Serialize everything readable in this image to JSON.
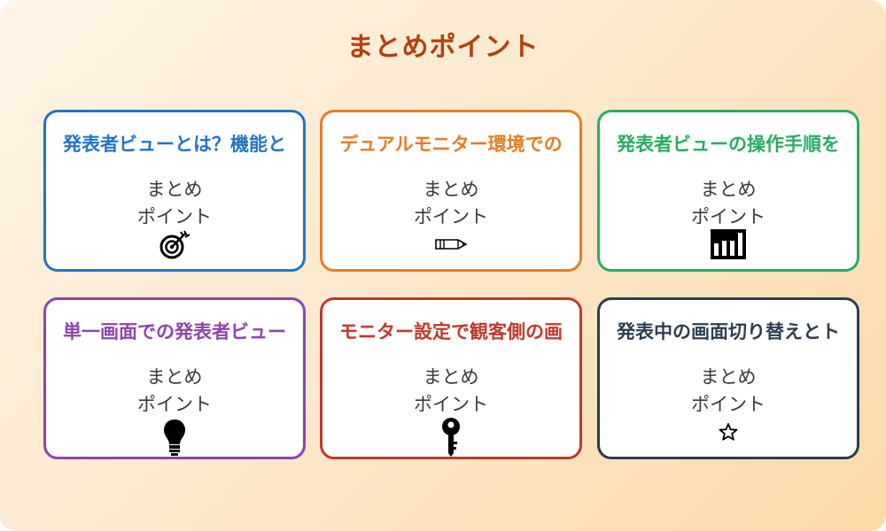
{
  "title": "まとめポイント",
  "colors": {
    "title": "#b5400e",
    "background_start": "#fff4e6",
    "background_end": "#fcd9a8"
  },
  "cards": [
    {
      "heading": "発表者ビューとは？機能と",
      "line1": "まとめ",
      "line2": "ポイント",
      "icon": "target-icon",
      "color": "#1f76c8"
    },
    {
      "heading": "デュアルモニター環境での",
      "line1": "まとめ",
      "line2": "ポイント",
      "icon": "pencil-icon",
      "color": "#e67e22"
    },
    {
      "heading": "発表者ビューの操作手順を",
      "line1": "まとめ",
      "line2": "ポイント",
      "icon": "bar-chart-icon",
      "color": "#27ae60"
    },
    {
      "heading": "単一画面での発表者ビュー",
      "line1": "まとめ",
      "line2": "ポイント",
      "icon": "lightbulb-icon",
      "color": "#8e44ad"
    },
    {
      "heading": "モニター設定で観客側の画",
      "line1": "まとめ",
      "line2": "ポイント",
      "icon": "key-icon",
      "color": "#c0392b"
    },
    {
      "heading": "発表中の画面切り替えとト",
      "line1": "まとめ",
      "line2": "ポイント",
      "icon": "star-icon",
      "color": "#2c3e50"
    }
  ]
}
